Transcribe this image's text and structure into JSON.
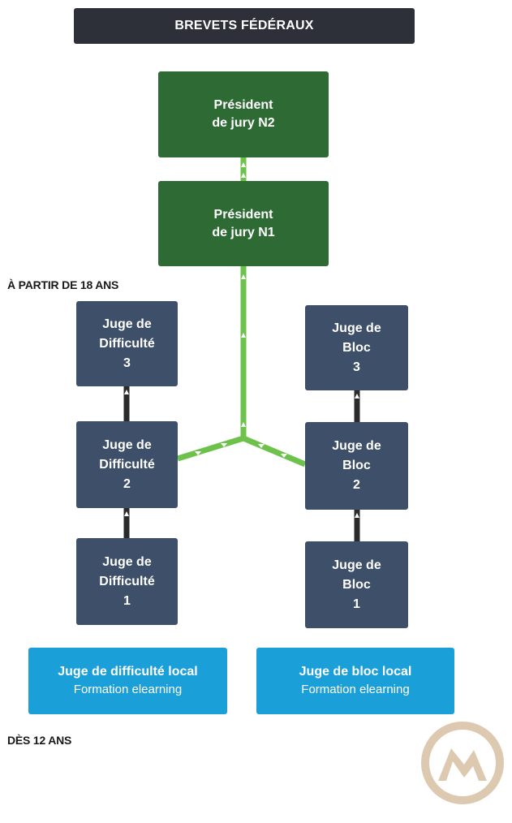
{
  "header": {
    "title": "BREVETS FÉDÉRAUX"
  },
  "age_labels": {
    "adult": "À PARTIR DE 18 ANS",
    "youth": "DÈS 12 ANS"
  },
  "nodes": {
    "president_n2": {
      "line1": "Président",
      "line2": "de jury N2"
    },
    "president_n1": {
      "line1": "Président",
      "line2": "de jury N1"
    },
    "difficulte_3": {
      "line1": "Juge de",
      "line2": "Difficulté",
      "line3": "3"
    },
    "difficulte_2": {
      "line1": "Juge de",
      "line2": "Difficulté",
      "line3": "2"
    },
    "difficulte_1": {
      "line1": "Juge de",
      "line2": "Difficulté",
      "line3": "1"
    },
    "bloc_3": {
      "line1": "Juge de",
      "line2": "Bloc",
      "line3": "3"
    },
    "bloc_2": {
      "line1": "Juge de",
      "line2": "Bloc",
      "line3": "2"
    },
    "bloc_1": {
      "line1": "Juge de",
      "line2": "Bloc",
      "line3": "1"
    },
    "difficulte_local": {
      "title": "Juge de difficulté local",
      "subtitle": "Formation elearning"
    },
    "bloc_local": {
      "title": "Juge de bloc local",
      "subtitle": "Formation elearning"
    }
  },
  "colors": {
    "header": "#2d3038",
    "president": "#2e6b34",
    "juge": "#3e4f6a",
    "local": "#1b9fd8",
    "green_link": "#6cc24a",
    "dark_link": "#2b2b2b",
    "logo": "#dcc9b0"
  },
  "icons": {
    "arrow": "arrow-up-icon",
    "logo": "logo-icon"
  }
}
